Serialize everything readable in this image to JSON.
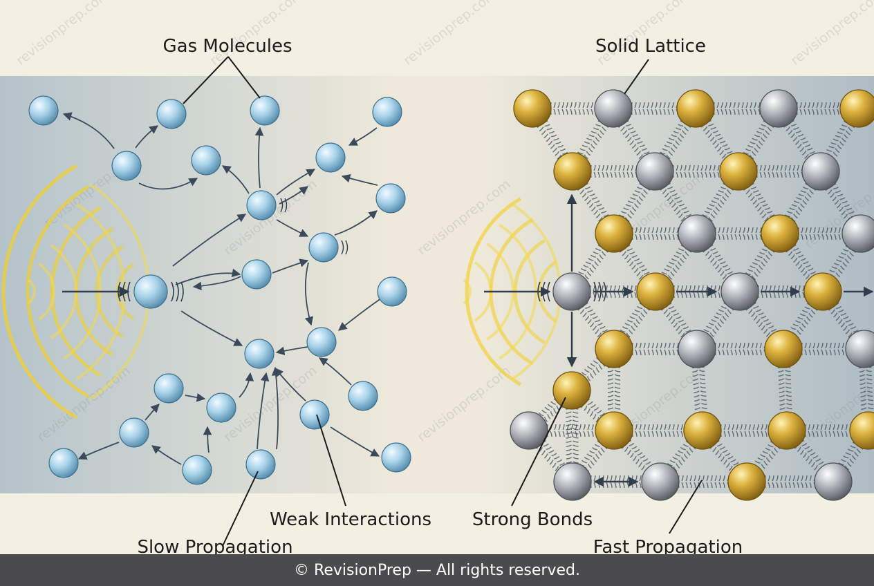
{
  "labels": {
    "gas_molecules": "Gas Molecules",
    "solid_lattice": "Solid Lattice",
    "weak_interactions": "Weak Interactions",
    "strong_bonds": "Strong Bonds",
    "slow_propagation": "Slow Propagation",
    "fast_propagation": "Fast Propagation"
  },
  "watermark": "revisionprep.com",
  "footer": "© RevisionPrep — All rights reserved.",
  "colors": {
    "gas_particle": "#a9d3ea",
    "lattice_gold": "#c9a032",
    "lattice_silver": "#a9adb4",
    "sound_wave": "#f2cf2a",
    "arrow": "#3a4a5a",
    "band": "#b9c6cc",
    "footer_bg": "#4b4b4d"
  }
}
